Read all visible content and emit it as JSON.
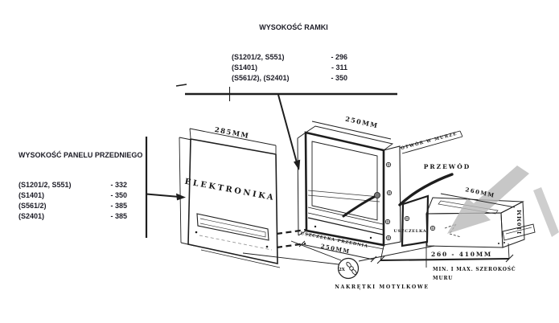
{
  "frame_height_table": {
    "title": "WYSOKOŚĆ RAMKI",
    "rows": [
      {
        "label": "(S1201/2, S551)",
        "value": "- 296"
      },
      {
        "label": "(S1401)",
        "value": "- 311"
      },
      {
        "label": "(S561/2), (S2401)",
        "value": "- 350"
      }
    ]
  },
  "front_panel_table": {
    "title": "WYSOKOŚĆ PANELU PRZEDNIEGO",
    "rows": [
      {
        "label": "(S1201/2, S551)",
        "value": "- 332"
      },
      {
        "label": "(S1401)",
        "value": "- 350"
      },
      {
        "label": "(S561/2)",
        "value": "- 385"
      },
      {
        "label": "(S2401)",
        "value": "- 385"
      }
    ]
  },
  "diagram": {
    "panel_label": "ELEKTRONIKA",
    "panel_width": "285MM",
    "frame_width_top": "250MM",
    "frame_width_bottom": "250MM",
    "front_gasket_label": "USZCZELKA PRZEDNIA",
    "wall_opening_label": "OTWÓR W MURZE",
    "cable_label": "PRZEWÓD",
    "gasket_label": "USZCZELKA",
    "sleeve_width": "260MM",
    "sleeve_height": "110MM",
    "wall_width_range": "260 - 410MM",
    "wall_width_note_line1": "MIN. I MAX. SZEROKOŚĆ",
    "wall_width_note_line2": "MURU",
    "wingnut_qty": "2X",
    "wingnut_label": "NAKRĘTKI MOTYLKOWE"
  },
  "colors": {
    "ink": "#1a1a1a",
    "text": "#1c1c26",
    "gray_arrow": "#b9b9b9"
  }
}
